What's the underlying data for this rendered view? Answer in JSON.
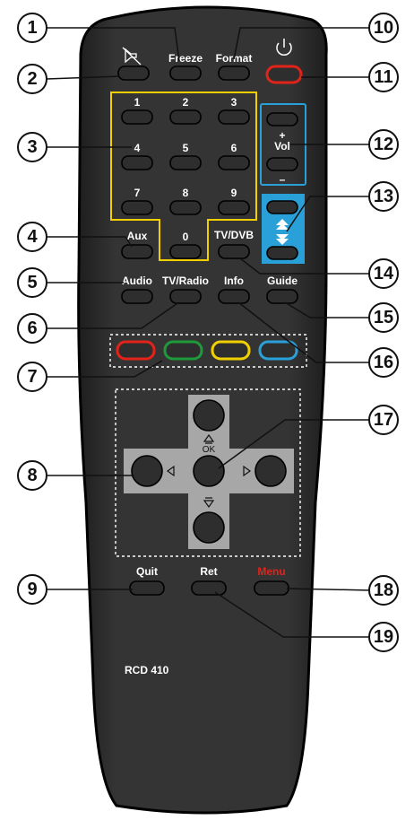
{
  "model": "RCD 410",
  "colors": {
    "body": "#2f2f2f",
    "button": "#2e2e2e",
    "accent_yellow": "#f2d000",
    "accent_blue": "#2aa0d8",
    "red": "#e2231a",
    "green": "#1f9a3a",
    "dpad": "#a7a7a7"
  },
  "labels": {
    "freeze": "Freeze",
    "format": "Format",
    "mute_icon": "mute-icon",
    "power_icon": "power-icon",
    "n1": "1",
    "n2": "2",
    "n3": "3",
    "n4": "4",
    "n5": "5",
    "n6": "6",
    "n7": "7",
    "n8": "8",
    "n9": "9",
    "n0": "0",
    "vol_plus": "+",
    "vol": "Vol",
    "vol_minus": "–",
    "aux": "Aux",
    "tvdvb": "TV/DVB",
    "audio": "Audio",
    "tvradio": "TV/Radio",
    "info": "Info",
    "guide": "Guide",
    "ok": "OK",
    "quit": "Quit",
    "ret": "Ret",
    "menu": "Menu"
  },
  "callouts": [
    "1",
    "2",
    "3",
    "4",
    "5",
    "6",
    "7",
    "8",
    "9",
    "10",
    "11",
    "12",
    "13",
    "14",
    "15",
    "16",
    "17",
    "18",
    "19"
  ]
}
